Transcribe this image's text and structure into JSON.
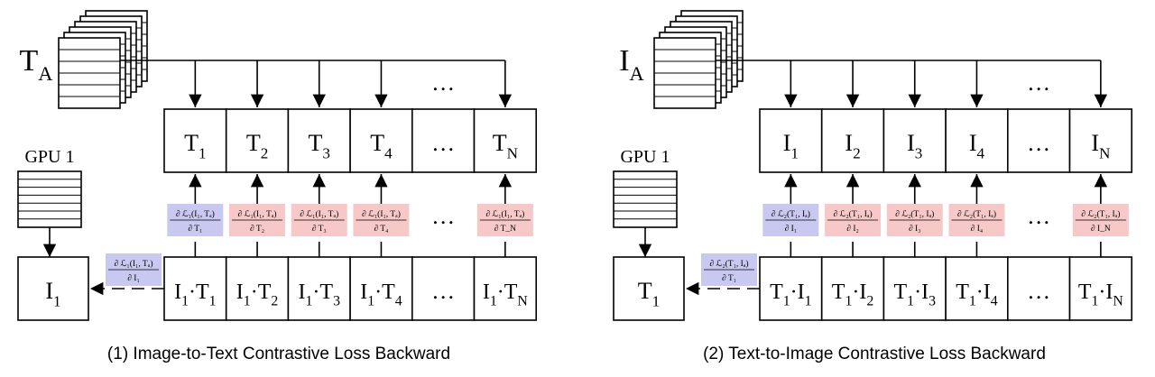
{
  "panels": [
    {
      "id": "image-to-text",
      "caption": "(1) Image-to-Text Contrastive Loss Backward",
      "stack": {
        "base": "T",
        "sub": "A"
      },
      "gpu_label": "GPU 1",
      "local": {
        "base": "I",
        "sub": "1"
      },
      "top_cells": [
        {
          "base": "T",
          "sub": "1"
        },
        {
          "base": "T",
          "sub": "2"
        },
        {
          "base": "T",
          "sub": "3"
        },
        {
          "base": "T",
          "sub": "4"
        },
        {
          "base": "…",
          "sub": ""
        },
        {
          "base": "T",
          "sub": "N"
        }
      ],
      "bottom_cells": [
        {
          "a": "I",
          "as": "1",
          "b": "T",
          "bs": "1"
        },
        {
          "a": "I",
          "as": "1",
          "b": "T",
          "bs": "2"
        },
        {
          "a": "I",
          "as": "1",
          "b": "T",
          "bs": "3"
        },
        {
          "a": "I",
          "as": "1",
          "b": "T",
          "bs": "4"
        },
        {
          "dots": "…"
        },
        {
          "a": "I",
          "as": "1",
          "b": "T",
          "bs": "N"
        }
      ],
      "grads": [
        {
          "num": "∂ ℒ₁(I₁, Tₐ)",
          "den": "∂ T₁",
          "color": "blue"
        },
        {
          "num": "∂ ℒ₁(I₁, Tₐ)",
          "den": "∂ T₂",
          "color": "red"
        },
        {
          "num": "∂ ℒ₁(I₁, Tₐ)",
          "den": "∂ T₃",
          "color": "red"
        },
        {
          "num": "∂ ℒ₁(I₁, Tₐ)",
          "den": "∂ T₄",
          "color": "red"
        },
        {
          "dots": "…"
        },
        {
          "num": "∂ ℒ₁(I₁, Tₐ)",
          "den": "∂ T_N",
          "color": "red"
        }
      ],
      "side_grad": {
        "num": "∂ ℒ₁(I₁, Tₐ)",
        "den": "∂ I₁",
        "color": "blue"
      },
      "top_dots": "…"
    },
    {
      "id": "text-to-image",
      "caption": "(2) Text-to-Image Contrastive Loss Backward",
      "stack": {
        "base": "I",
        "sub": "A"
      },
      "gpu_label": "GPU 1",
      "local": {
        "base": "T",
        "sub": "1"
      },
      "top_cells": [
        {
          "base": "I",
          "sub": "1"
        },
        {
          "base": "I",
          "sub": "2"
        },
        {
          "base": "I",
          "sub": "3"
        },
        {
          "base": "I",
          "sub": "4"
        },
        {
          "base": "…",
          "sub": ""
        },
        {
          "base": "I",
          "sub": "N"
        }
      ],
      "bottom_cells": [
        {
          "a": "T",
          "as": "1",
          "b": "I",
          "bs": "1"
        },
        {
          "a": "T",
          "as": "1",
          "b": "I",
          "bs": "2"
        },
        {
          "a": "T",
          "as": "1",
          "b": "I",
          "bs": "3"
        },
        {
          "a": "T",
          "as": "1",
          "b": "I",
          "bs": "4"
        },
        {
          "dots": "…"
        },
        {
          "a": "T",
          "as": "1",
          "b": "I",
          "bs": "N"
        }
      ],
      "grads": [
        {
          "num": "∂ ℒ₂(T₁, Iₐ)",
          "den": "∂ I₁",
          "color": "blue"
        },
        {
          "num": "∂ ℒ₂(T₁, Iₐ)",
          "den": "∂ I₂",
          "color": "red"
        },
        {
          "num": "∂ ℒ₂(T₁, Iₐ)",
          "den": "∂ I₃",
          "color": "red"
        },
        {
          "num": "∂ ℒ₂(T₁, Iₐ)",
          "den": "∂ I₄",
          "color": "red"
        },
        {
          "dots": "…"
        },
        {
          "num": "∂ ℒ₂(T₁, Iₐ)",
          "den": "∂ I_N",
          "color": "red"
        }
      ],
      "side_grad": {
        "num": "∂ ℒ₂(T₁, Iₐ)",
        "den": "∂ T₁",
        "color": "blue"
      },
      "top_dots": "…"
    }
  ],
  "colors": {
    "blue": "#c9c8f0",
    "red": "#f7c8c8",
    "stroke": "#000000"
  }
}
